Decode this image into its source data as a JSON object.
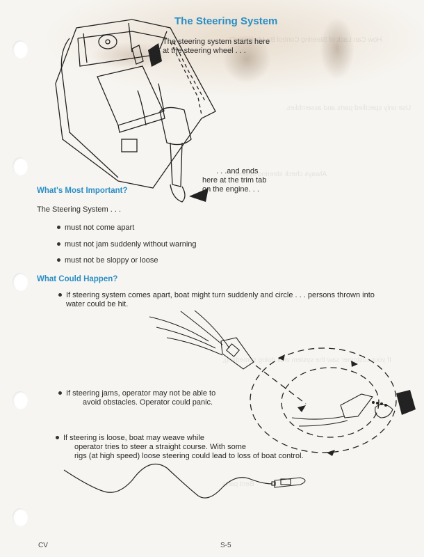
{
  "page": {
    "title": "The Steering System",
    "title_color": "#2a8ec4",
    "accent_color": "#2a8ec4"
  },
  "illustration_top": {
    "callout_start": [
      "The steering system starts here",
      "at the steering wheel . . ."
    ],
    "callout_end": [
      ". . .and ends",
      "here at the trim tab",
      "on the engine. . ."
    ]
  },
  "section_important": {
    "heading": "What's Most Important?",
    "intro": "The Steering System . . .",
    "items": [
      "must not come apart",
      "must not jam suddenly without warning",
      "must not be sloppy or loose"
    ]
  },
  "section_happen": {
    "heading": "What Could Happen?",
    "items": [
      {
        "lines": [
          "If steering system comes apart, boat might turn suddenly and circle . . . persons thrown into",
          "water could be hit."
        ]
      },
      {
        "lines": [
          "If steering jams, operator may not be able to",
          "avoid obstacles. Operator could panic."
        ]
      },
      {
        "lines": [
          "If steering is loose, boat may weave while",
          "operator tries to steer a straight course. With some",
          "rigs (at high speed) loose steering could lead to loss of boat control."
        ]
      }
    ]
  },
  "footer": {
    "left": "CV",
    "center": "S-5"
  }
}
